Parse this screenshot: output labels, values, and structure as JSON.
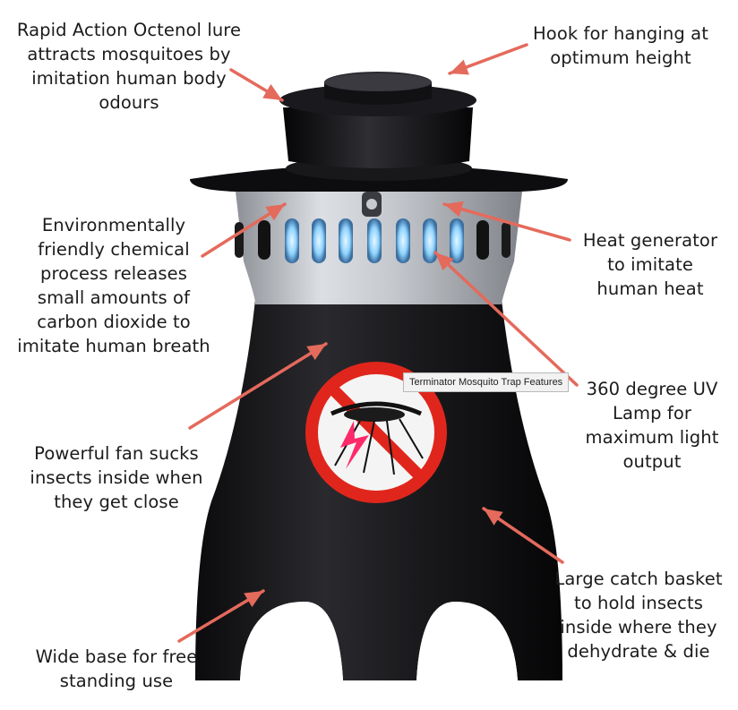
{
  "tooltip": "Terminator Mosquito Trap Features",
  "colors": {
    "arrow": "#e46a5c",
    "body": "#1c1c1f",
    "collar": "#b9bcc2",
    "uv_glow": "#8fd3ff",
    "badge_ring": "#e0261c"
  },
  "callouts": {
    "octenol": "Rapid Action Octenol lure\nattracts mosquitoes by\nimitation human body\nodours",
    "hook": "Hook for hanging at\noptimum height",
    "chemical": "Environmentally\nfriendly chemical\nprocess releases\nsmall amounts of\ncarbon dioxide to\nimitate human breath",
    "heat": "Heat generator\nto imitate\nhuman heat",
    "uv_lamp": "360 degree UV\nLamp for\nmaximum light\noutput",
    "fan": "Powerful fan sucks\ninsects inside when\nthey get close",
    "basket": "Large catch basket\nto hold insects\ninside where they\ndehydrate & die",
    "base": "Wide base for free\nstanding use"
  },
  "icons": {
    "badge": "no-mosquito-icon",
    "switch": "power-switch-icon"
  }
}
